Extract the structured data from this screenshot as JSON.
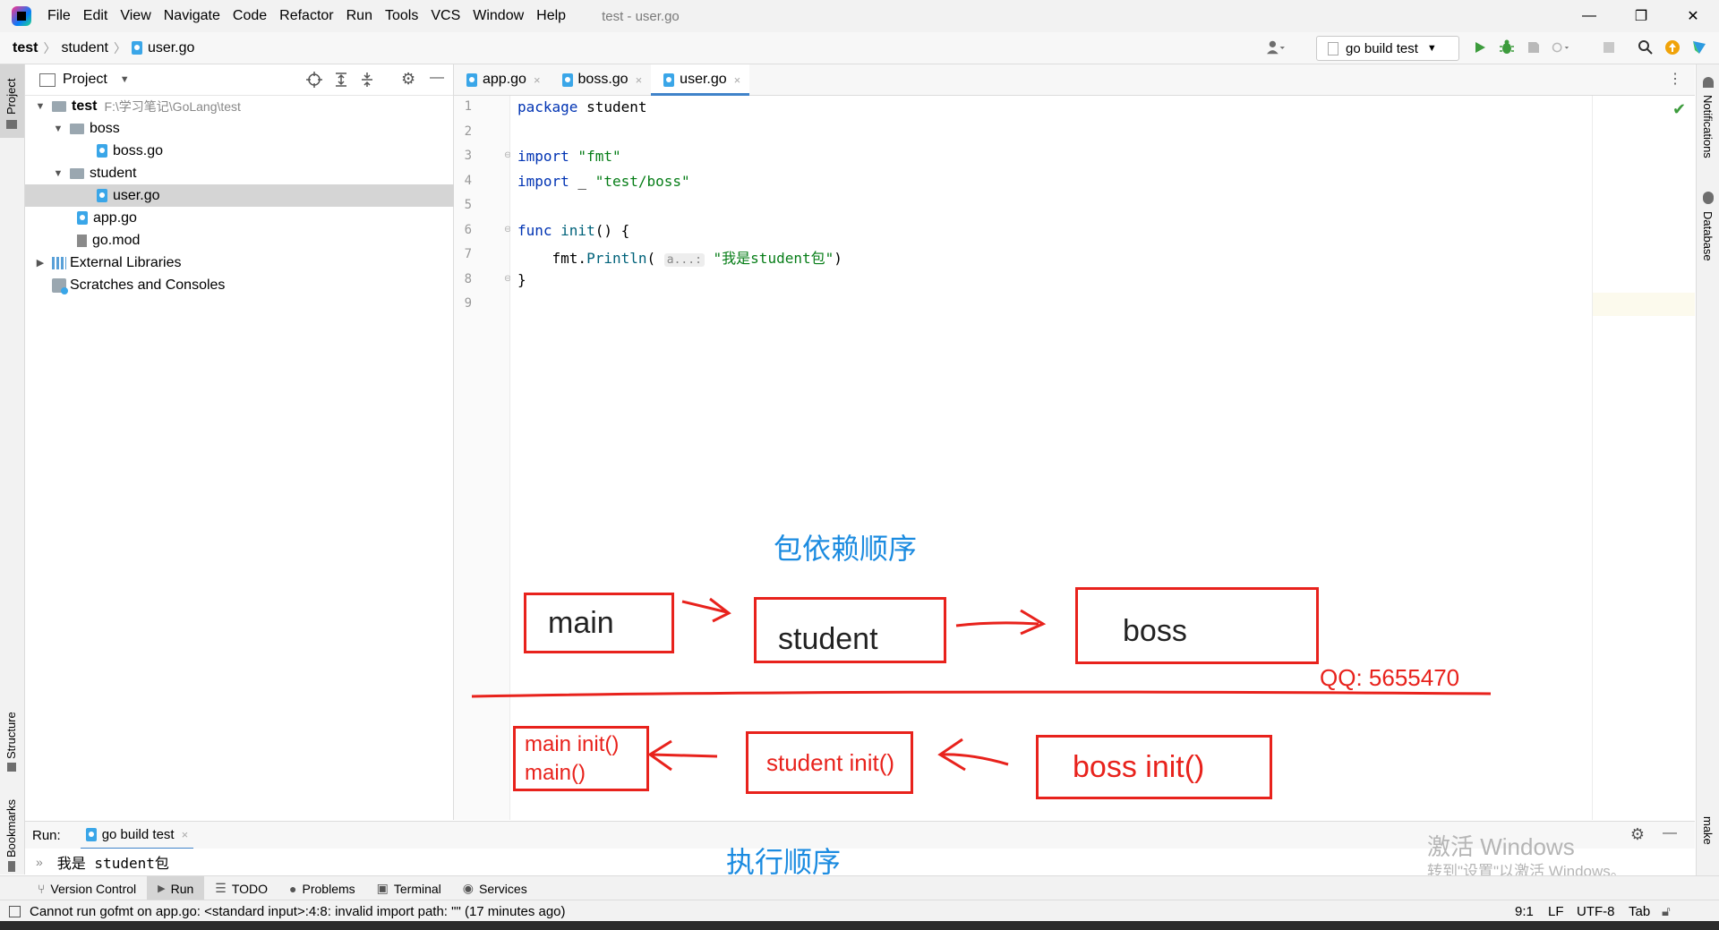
{
  "app": {
    "window_title": "test - user.go",
    "menu": [
      "File",
      "Edit",
      "View",
      "Navigate",
      "Code",
      "Refactor",
      "Run",
      "Tools",
      "VCS",
      "Window",
      "Help"
    ],
    "window_controls": {
      "minimize": "—",
      "restore": "❐",
      "close": "✕"
    }
  },
  "navbar": {
    "breadcrumb": [
      "test",
      "student",
      "user.go"
    ],
    "run_config": "go build test"
  },
  "left_stripe": {
    "project": "Project",
    "structure": "Structure",
    "bookmarks": "Bookmarks"
  },
  "right_stripe": {
    "notifications": "Notifications",
    "database": "Database",
    "make": "make"
  },
  "project_panel": {
    "title": "Project",
    "tree": [
      {
        "label": "test",
        "path": "F:\\学习笔记\\GoLang\\test"
      },
      {
        "label": "boss"
      },
      {
        "label": "boss.go"
      },
      {
        "label": "student"
      },
      {
        "label": "user.go"
      },
      {
        "label": "app.go"
      },
      {
        "label": "go.mod"
      },
      {
        "label": "External Libraries"
      },
      {
        "label": "Scratches and Consoles"
      }
    ]
  },
  "editor": {
    "tabs": [
      {
        "label": "app.go",
        "close": "×"
      },
      {
        "label": "boss.go",
        "close": "×"
      },
      {
        "label": "user.go",
        "close": "×"
      }
    ],
    "line_numbers": [
      "1",
      "2",
      "3",
      "4",
      "5",
      "6",
      "7",
      "8",
      "9"
    ],
    "code": {
      "l1_kw": "package",
      "l1_rest": " student",
      "l3_kw": "import",
      "l3_str": " \"fmt\"",
      "l4_kw": "import",
      "l4_rest": " _ ",
      "l4_str": "\"test/boss\"",
      "l6_kw": "func",
      "l6_fn": " init",
      "l6_rest": "() {",
      "l7_obj": "    fmt.",
      "l7_fn": "Println",
      "l7_open": "( ",
      "l7_hint": "a...:",
      "l7_str": " \"我是student包\"",
      "l7_close": ")",
      "l8": "}"
    }
  },
  "annotations": {
    "dependency_title": "包依赖顺序",
    "row1": [
      "main",
      "student",
      "boss"
    ],
    "qq": "QQ:  5655470",
    "row2": {
      "main_a": "main init()",
      "main_b": "main()",
      "student": "student init()",
      "boss": "boss init()"
    },
    "exec_title": "执行顺序"
  },
  "run_panel": {
    "label": "Run:",
    "tab": "go build test",
    "tab_close": "×",
    "prompt": "»",
    "output": "我是 student包"
  },
  "tool_tabs": [
    "Version Control",
    "Run",
    "TODO",
    "Problems",
    "Terminal",
    "Services"
  ],
  "watermark": {
    "line1": "激活 Windows",
    "line2": "转到\"设置\"以激活 Windows。"
  },
  "statusbar": {
    "message": "Cannot run gofmt on app.go: <standard input>:4:8: invalid import path: \"\" (17 minutes ago)",
    "position": "9:1",
    "line_sep": "LF",
    "encoding": "UTF-8",
    "indent": "Tab"
  },
  "colors": {
    "annotation_red": "#e8221c",
    "annotation_blue": "#1b8be0",
    "accent": "#4083c9"
  }
}
